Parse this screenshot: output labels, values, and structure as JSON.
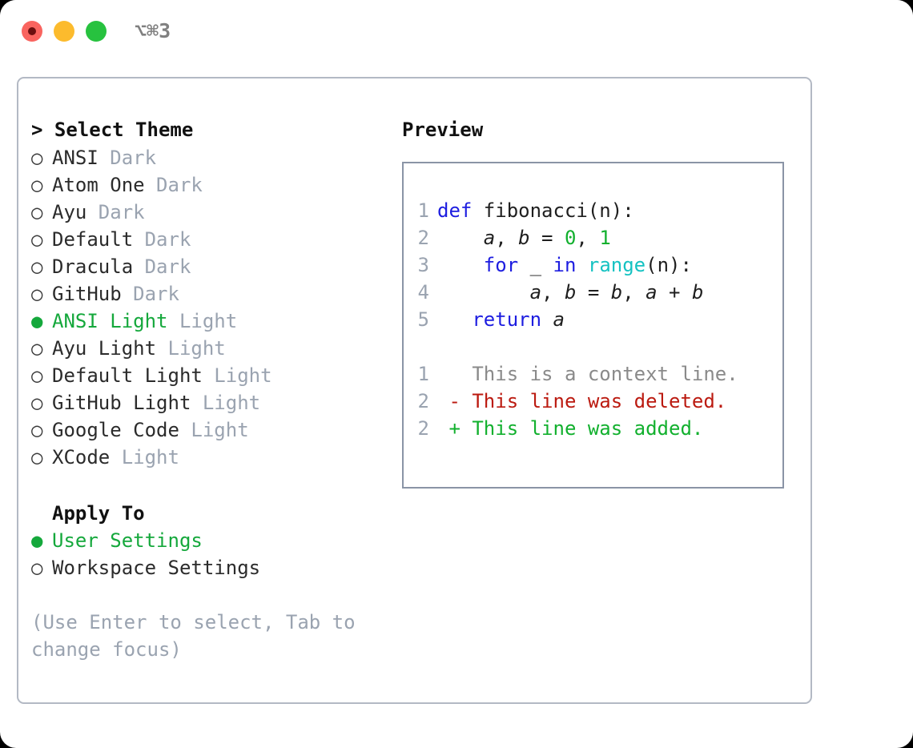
{
  "titlebar": {
    "shortcut": "⌥⌘3",
    "buttons": {
      "close": "close-dot",
      "minimize": "minimize-dot",
      "maximize": "maximize-dot"
    }
  },
  "left": {
    "section_title": "> Select Theme",
    "markers": {
      "selected": "●",
      "unselected": "○"
    },
    "themes": [
      {
        "name": "ANSI",
        "variant": "Dark",
        "selected": false
      },
      {
        "name": "Atom One",
        "variant": "Dark",
        "selected": false
      },
      {
        "name": "Ayu",
        "variant": "Dark",
        "selected": false
      },
      {
        "name": "Default",
        "variant": "Dark",
        "selected": false
      },
      {
        "name": "Dracula",
        "variant": "Dark",
        "selected": false
      },
      {
        "name": "GitHub",
        "variant": "Dark",
        "selected": false
      },
      {
        "name": "ANSI Light",
        "variant": "Light",
        "selected": true
      },
      {
        "name": "Ayu Light",
        "variant": "Light",
        "selected": false
      },
      {
        "name": "Default Light",
        "variant": "Light",
        "selected": false
      },
      {
        "name": "GitHub Light",
        "variant": "Light",
        "selected": false
      },
      {
        "name": "Google Code",
        "variant": "Light",
        "selected": false
      },
      {
        "name": "XCode",
        "variant": "Light",
        "selected": false
      }
    ],
    "apply_to_label": "Apply To",
    "apply_to_options": [
      {
        "name": "User Settings",
        "selected": true
      },
      {
        "name": "Workspace Settings",
        "selected": false
      }
    ],
    "hint": "(Use Enter to select, Tab to change focus)"
  },
  "right": {
    "preview_title": "Preview",
    "code": [
      {
        "lineno": "1",
        "tokens": [
          {
            "t": "def",
            "c": "kw"
          },
          {
            "t": " fibonacci(n):",
            "c": "plain"
          }
        ]
      },
      {
        "lineno": "2",
        "tokens": [
          {
            "t": "    ",
            "c": "plain"
          },
          {
            "t": "a",
            "c": "var"
          },
          {
            "t": ", ",
            "c": "plain"
          },
          {
            "t": "b",
            "c": "var"
          },
          {
            "t": " = ",
            "c": "plain"
          },
          {
            "t": "0",
            "c": "num"
          },
          {
            "t": ", ",
            "c": "plain"
          },
          {
            "t": "1",
            "c": "num"
          }
        ]
      },
      {
        "lineno": "3",
        "tokens": [
          {
            "t": "    ",
            "c": "plain"
          },
          {
            "t": "for",
            "c": "kw"
          },
          {
            "t": " _ ",
            "c": "plain"
          },
          {
            "t": "in",
            "c": "kw"
          },
          {
            "t": " ",
            "c": "plain"
          },
          {
            "t": "range",
            "c": "fn"
          },
          {
            "t": "(n):",
            "c": "plain"
          }
        ]
      },
      {
        "lineno": "4",
        "tokens": [
          {
            "t": "        ",
            "c": "plain"
          },
          {
            "t": "a",
            "c": "var"
          },
          {
            "t": ", ",
            "c": "plain"
          },
          {
            "t": "b",
            "c": "var"
          },
          {
            "t": " = ",
            "c": "plain"
          },
          {
            "t": "b",
            "c": "var"
          },
          {
            "t": ", ",
            "c": "plain"
          },
          {
            "t": "a",
            "c": "var"
          },
          {
            "t": " + ",
            "c": "plain"
          },
          {
            "t": "b",
            "c": "var"
          }
        ]
      },
      {
        "lineno": "5",
        "tokens": [
          {
            "t": "   ",
            "c": "plain"
          },
          {
            "t": "return",
            "c": "kw"
          },
          {
            "t": " ",
            "c": "plain"
          },
          {
            "t": "a",
            "c": "var"
          }
        ]
      }
    ],
    "diff": [
      {
        "lineno": "1",
        "marker": " ",
        "text": " This is a context line.",
        "kind": "ctx"
      },
      {
        "lineno": "2",
        "marker": "-",
        "text": " This line was deleted.",
        "kind": "del"
      },
      {
        "lineno": "2",
        "marker": "+",
        "text": " This line was added.",
        "kind": "add"
      }
    ]
  },
  "colors": {
    "accent_green": "#15a83c",
    "muted": "#9aa3b0",
    "keyword_blue": "#1d1de0",
    "function_cyan": "#15c2c2",
    "number_green": "#12b02e",
    "diff_delete_red": "#bb1a10",
    "diff_add_green": "#12b02e",
    "panel_border": "#b3b9c4",
    "preview_border": "#8a94a6"
  }
}
